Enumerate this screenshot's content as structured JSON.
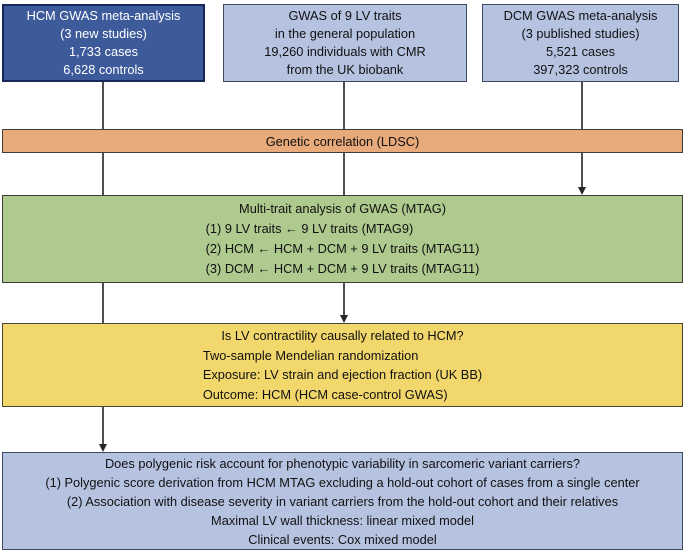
{
  "figure": {
    "name": "HCM/DCM GWAS study design flowchart",
    "top_row": {
      "hcm_box": {
        "lines": [
          "HCM GWAS meta-analysis",
          "(3 new studies)",
          "1,733 cases",
          "6,628 controls"
        ]
      },
      "lv_box": {
        "lines": [
          "GWAS of 9 LV traits",
          "in the general population",
          "19,260 individuals with CMR",
          "from the UK biobank"
        ]
      },
      "dcm_box": {
        "lines": [
          "DCM GWAS meta-analysis",
          "(3 published studies)",
          "5,521 cases",
          "397,323 controls"
        ]
      }
    },
    "ldsc_bar": {
      "label": "Genetic correlation (LDSC)"
    },
    "mtag_box": {
      "title": "Multi-trait analysis of GWAS (MTAG)",
      "items": [
        "(1) 9 LV traits ← 9 LV traits (MTAG9)",
        "(2) HCM ← HCM + DCM + 9 LV traits (MTAG11)",
        "(3) DCM ← HCM + DCM + 9 LV traits (MTAG11)"
      ]
    },
    "mr_box": {
      "title": "Is LV contractility causally related to HCM?",
      "items": [
        "Two-sample Mendelian randomization",
        "Exposure: LV strain and ejection fraction (UK BB)",
        "Outcome: HCM (HCM case-control GWAS)"
      ]
    },
    "prs_box": {
      "title": "Does polygenic risk account for phenotypic variability in sarcomeric variant carriers?",
      "lines": [
        "(1) Polygenic score derivation from HCM MTAG excluding a hold-out cohort of cases from a single center",
        "(2) Association with disease severity in variant carriers from the hold-out cohort and their relatives",
        "Maximal LV wall thickness: linear mixed model",
        "Clinical events: Cox mixed model"
      ]
    }
  },
  "colors": {
    "box-dark-blue": "#3D5B9B",
    "border-dark-blue": "#17275A",
    "box-light-blue": "#B5C3E1",
    "border-light-blue": "#3D4965",
    "box-orange": "#E8A97B",
    "box-green": "#AECA8E",
    "box-yellow": "#F2D76C",
    "border-gray": "#403E39",
    "border-olive": "#4A4534",
    "line-gray": "#4F4F4F"
  }
}
